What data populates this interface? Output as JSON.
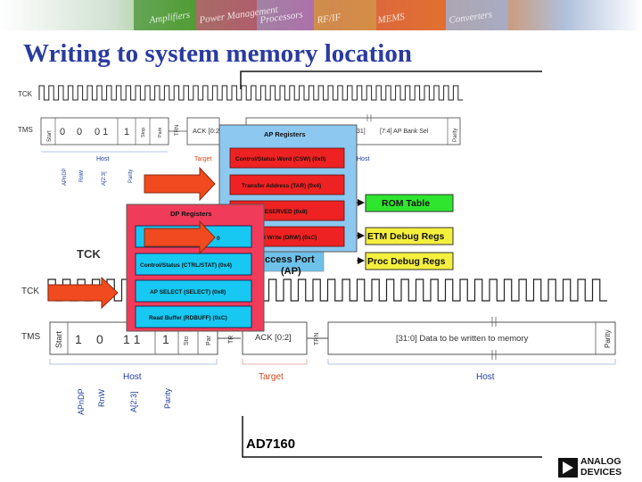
{
  "slide": {
    "title": "Writing to system memory location",
    "footer_label": "AD7160",
    "banner_words": [
      "Amplifiers",
      "Power Management",
      "Processors",
      "RF/IF",
      "MEMS",
      "Converters"
    ]
  },
  "logo": {
    "line1": "ANALOG",
    "line2": "DEVICES"
  },
  "small_waveform": {
    "tck": "TCK",
    "tms": "TMS",
    "cells": [
      "Start",
      "0",
      "0",
      "0 1",
      "1",
      "Stop",
      "Park",
      "TRN",
      "ACK [0:2]",
      "[31]",
      "[7:4]  AP Bank Sel",
      "Parity"
    ],
    "host": "Host",
    "target": "Target",
    "host2": "Host",
    "bits": [
      "APnDP",
      "RnW",
      "A[2:3]",
      "Parity"
    ]
  },
  "large_waveform": {
    "tck": "TCK",
    "tms": "TMS",
    "tck_bold": "TCK",
    "cells": [
      "Start",
      "1",
      "0",
      "1 1",
      "1",
      "Sto",
      "Par",
      "TR",
      "ACK [0:2]",
      "TRN",
      "[31:0]  Data to be written to memory",
      "Parity"
    ],
    "host": "Host",
    "target": "Target",
    "host2": "Host",
    "bits": [
      "APnDP",
      "RnW",
      "A[2:3]",
      "Parity"
    ]
  },
  "ap_registers": {
    "title": "AP Registers",
    "items": [
      "Control/Status Word (CSW) (0x0)",
      "Transfer Address (TAR) (0x4)",
      "RESERVED (0x8)",
      "Data Read Write (DRW) (0xC)"
    ]
  },
  "dp_registers": {
    "title": "DP Registers",
    "items": [
      "0",
      "Control/Status (CTRL/STAT) (0x4)",
      "AP SELECT (SELECT) (0x8)",
      "Read Buffer (RDBUFF) (0xC)"
    ]
  },
  "access_port": {
    "line1": "ccess Port",
    "line2": "(AP)"
  },
  "outputs": [
    {
      "label": "ROM Table",
      "color": "#2ee62e"
    },
    {
      "label": "ETM Debug Regs",
      "color": "#f5ef3e"
    },
    {
      "label": "Proc Debug Regs",
      "color": "#f5ef3e"
    }
  ],
  "colors": {
    "title": "#2a3ba0",
    "host": "#1e3f9e",
    "target": "#d1481c",
    "ap_panel": "#8cc8f0",
    "dp_panel": "#f03c5a",
    "register_red": "#ee2222",
    "register_cyan": "#17c8f2",
    "arrow": "#f04a1e"
  }
}
